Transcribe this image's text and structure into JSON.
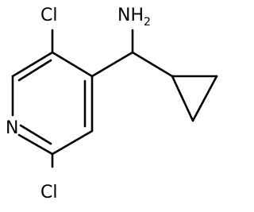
{
  "molecule": {
    "atoms": {
      "cl_top": "Cl",
      "cl_bottom": "Cl",
      "nitrogen": "N",
      "amine_n": "NH",
      "amine_sub": "2"
    }
  }
}
